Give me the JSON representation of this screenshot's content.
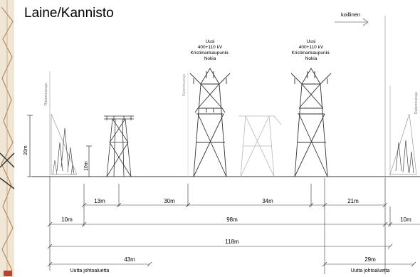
{
  "title": "Laine/Kannisto",
  "direction": {
    "label": "koillinen"
  },
  "towers": {
    "new_label_1": {
      "line1": "Uusi",
      "line2": "400+110 kV",
      "line3": "Kristiinankaupunki-",
      "line4": "Nokia"
    },
    "new_label_2": {
      "line1": "Uusi",
      "line2": "400+110 kV",
      "line3": "Kristiinankaupunki-",
      "line4": "Nokia"
    }
  },
  "vertical_labels": {
    "left_edge": "Rakennusraja",
    "middle_left": "Rakennusraja",
    "right_edge": "Rakennusraja"
  },
  "heights": {
    "tree_height": "20m",
    "tower_height": "10m"
  },
  "dimensions": {
    "d13": "13m",
    "d30": "30m",
    "d34": "34m",
    "d21": "21m",
    "d10_left": "10m",
    "d98": "98m",
    "d10_right": "10m",
    "d118": "118m",
    "d43": "43m",
    "d29": "29m"
  },
  "area_labels": {
    "left": "Uutta johtoaluetta",
    "right": "Uutta johtoaluetta"
  },
  "colors": {
    "line": "#333333",
    "ghost": "#b8b8b8",
    "text": "#000000",
    "map_strip": "#c9a07a"
  }
}
